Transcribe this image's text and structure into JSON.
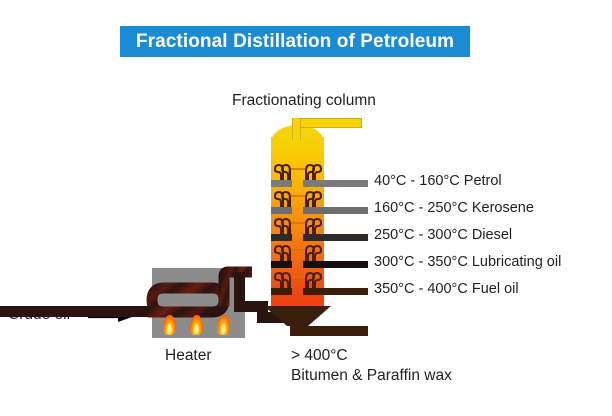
{
  "title": {
    "text": "Fractional Distillation of Petroleum",
    "banner_color": "#1c8bd6",
    "text_color": "#ffffff"
  },
  "diagram": {
    "column_heading": "Fractionating column",
    "heater_label": "Heater",
    "crude_oil_label": "Crude oil",
    "crude_oil_arrow_icon": "arrow-right-icon",
    "flame_icon": "flame-icon",
    "flame_count": 3,
    "column_gradient": {
      "top": "#f5d306",
      "middle": "#f5820f",
      "bottom": "#ec3d10"
    },
    "heater_box_color": "#8c8c8c",
    "pipe_color": "#2b1410",
    "outlet_pipe_color": "#f5d306"
  },
  "fractions": [
    {
      "range": "40°C - 160°C",
      "product": "Petrol",
      "label": "40°C - 160°C Petrol",
      "connector_color": "#7a7a7a"
    },
    {
      "range": "160°C - 250°C",
      "product": "Kerosene",
      "label": "160°C - 250°C Kerosene",
      "connector_color": "#6e6e6e"
    },
    {
      "range": "250°C - 300°C",
      "product": "Diesel",
      "label": "250°C - 300°C Diesel",
      "connector_color": "#2e2a28"
    },
    {
      "range": "300°C - 350°C",
      "product": "Lubricating oil",
      "label": "300°C - 350°C Lubricating oil",
      "connector_color": "#141010"
    },
    {
      "range": "350°C - 400°C",
      "product": "Fuel oil",
      "label": "350°C - 400°C Fuel oil",
      "connector_color": "#3b1d0c"
    }
  ],
  "residue": {
    "temperature": "> 400°C",
    "product": "Bitumen & Paraffin wax"
  }
}
